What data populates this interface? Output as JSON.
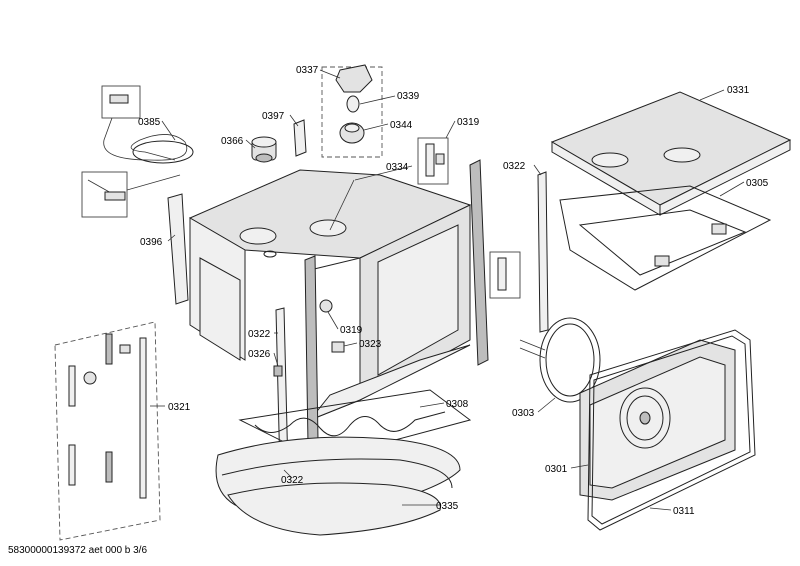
{
  "callouts": {
    "c0337": "0337",
    "c0339": "0339",
    "c0344": "0344",
    "c0397": "0397",
    "c0385": "0385",
    "c0366": "0366",
    "c0334": "0334",
    "c0319_top": "0319",
    "c0322_right": "0322",
    "c0331": "0331",
    "c0305": "0305",
    "c0396": "0396",
    "c0322_left": "0322",
    "c0319_mid": "0319",
    "c0326": "0326",
    "c0323": "0323",
    "c0321": "0321",
    "c0308": "0308",
    "c0303": "0303",
    "c0301": "0301",
    "c0322_bottom": "0322",
    "c0335": "0335",
    "c0311": "0311"
  },
  "footer": {
    "text": "58300000139372 aet 000 b 3/6"
  }
}
